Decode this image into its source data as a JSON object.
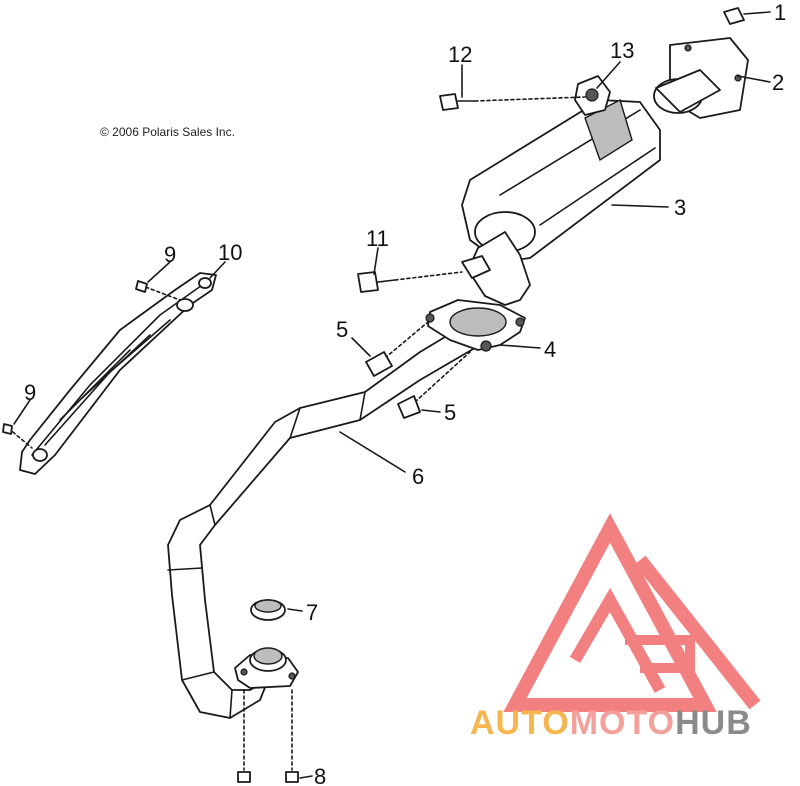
{
  "copyright": "© 2006 Polaris Sales Inc.",
  "callouts": {
    "c1": "1",
    "c2": "2",
    "c3": "3",
    "c4": "4",
    "c5a": "5",
    "c5b": "5",
    "c6": "6",
    "c7": "7",
    "c8": "8",
    "c9a": "9",
    "c9b": "9",
    "c10": "10",
    "c11": "11",
    "c12": "12",
    "c13": "13"
  },
  "watermark": {
    "part1": "AUTO",
    "part2": "MOTO",
    "part3": "HUB",
    "colors": {
      "auto": "#f5b64f",
      "moto": "#f4a09a",
      "hub": "#8a8a8a",
      "logo": "#f26b6b"
    }
  }
}
